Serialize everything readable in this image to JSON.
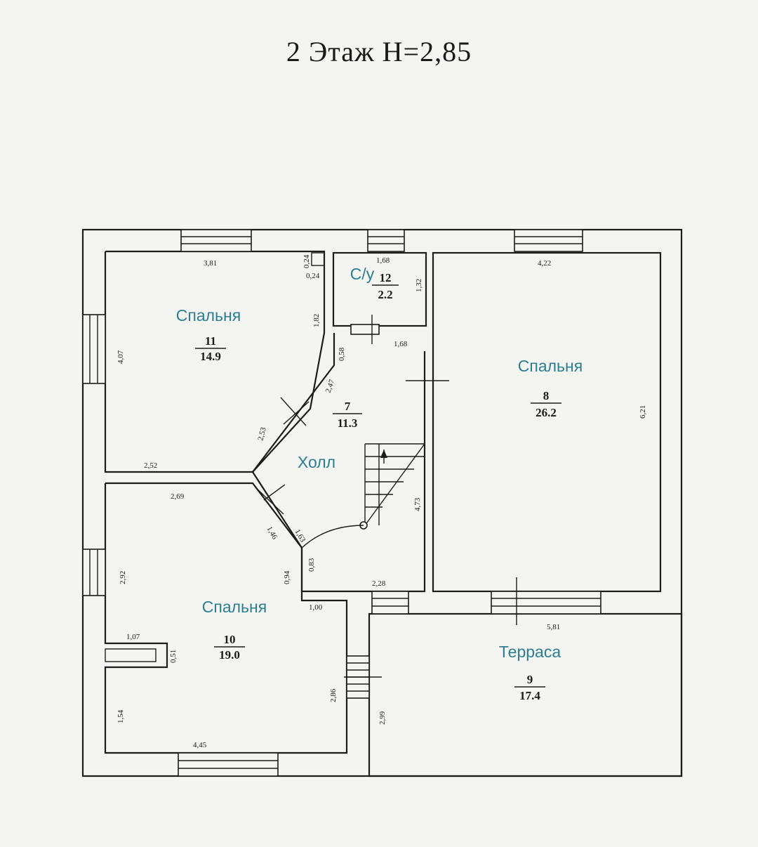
{
  "title": "2 Этаж  Н=2,85",
  "rooms": [
    {
      "id": "11",
      "name": "Спальня",
      "number": "11",
      "area": "14.9"
    },
    {
      "id": "12",
      "name": "С/у",
      "number": "12",
      "area": "2.2"
    },
    {
      "id": "8",
      "name": "Спальня",
      "number": "8",
      "area": "26.2"
    },
    {
      "id": "7",
      "name": "Холл",
      "number": "7",
      "area": "11.3"
    },
    {
      "id": "10",
      "name": "Спальня",
      "number": "10",
      "area": "19.0"
    },
    {
      "id": "9",
      "name": "Терраса",
      "number": "9",
      "area": "17.4"
    }
  ],
  "dimensions": [
    "3,81",
    "0,24",
    "0,24",
    "1,82",
    "4,07",
    "2,52",
    "2,53",
    "2,47",
    "0,58",
    "1,68",
    "1,68",
    "1,32",
    "4,22",
    "6,21",
    "2,69",
    "1,63",
    "1,46",
    "4,73",
    "2,92",
    "0,94",
    "0,83",
    "2,28",
    "1,00",
    "1,07",
    "0,51",
    "5,81",
    "2,86",
    "2,99",
    "1,54",
    "4,45"
  ],
  "colors": {
    "label": "#2c7e94",
    "line": "#1c1c1c",
    "paper": "#f4f4f0"
  }
}
